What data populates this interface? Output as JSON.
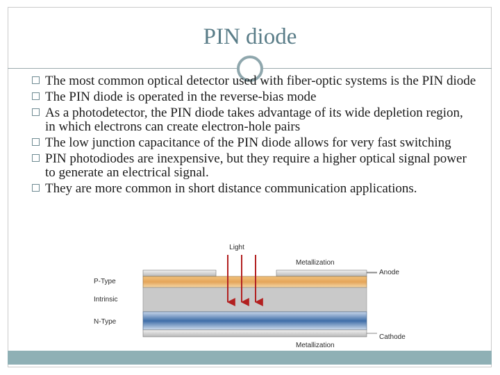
{
  "slide": {
    "title": "PIN diode",
    "bullets": [
      "The most common optical detector used with fiber-optic systems is the PIN diode",
      "The PIN diode is operated in the reverse-bias mode",
      "As a photodetector, the PIN diode takes advantage of its wide depletion region, in which electrons can create electron-hole pairs",
      "The low junction capacitance of the PIN diode allows for very fast switching",
      "PIN photodiodes are inexpensive, but they require a higher optical signal power to generate an electrical signal.",
      "They are more common in short distance communication applications."
    ]
  },
  "diagram": {
    "light_label": "Light",
    "top_metal_label": "Metallization",
    "anode_label": "Anode",
    "p_type_label": "P-Type",
    "intrinsic_label": "Intrinsic",
    "n_type_label": "N-Type",
    "cathode_label": "Cathode",
    "bottom_metal_label": "Metallization",
    "colors": {
      "p_layer": "#e4a55a",
      "intrinsic": "#c9c9c9",
      "n_layer": "#5e86b8",
      "arrows": "#b22020",
      "accent": "#5a7d88",
      "bar": "#8fb0b5"
    }
  }
}
